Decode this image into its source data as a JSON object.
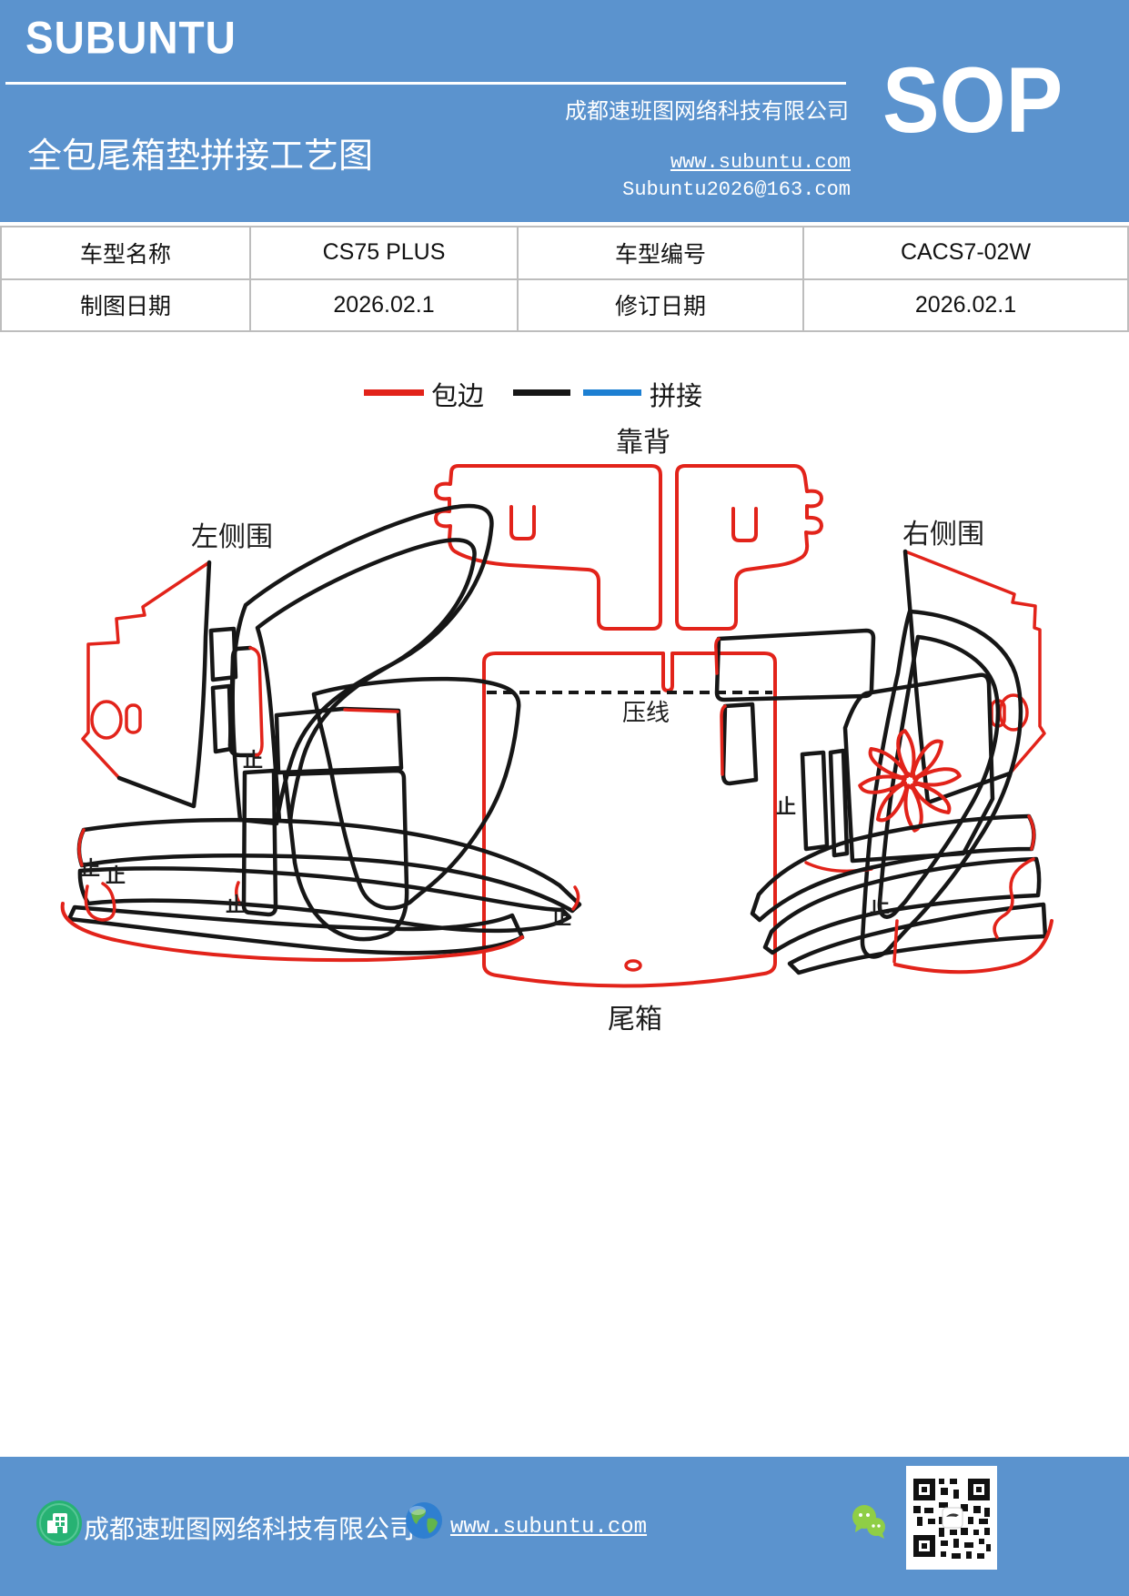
{
  "header": {
    "logo": "SUBUNTU",
    "title": "全包尾箱垫拼接工艺图",
    "company": "成都速班图网络科技有限公司",
    "website": "www.subuntu.com",
    "email": "Subuntu2026@163.com",
    "badge": "SOP"
  },
  "info_table": {
    "rows": [
      [
        "车型名称",
        "CS75 PLUS",
        "车型编号",
        "CACS7-02W"
      ],
      [
        "制图日期",
        "2026.02.1",
        "修订日期",
        "2026.02.1"
      ]
    ]
  },
  "legend": {
    "items": [
      {
        "label": "包边",
        "colors": [
          "#e2231a"
        ]
      },
      {
        "label": "拼接",
        "colors": [
          "#161616",
          "#1d7fd2"
        ]
      }
    ]
  },
  "diagram": {
    "labels": {
      "backrest": "靠背",
      "left_side": "左侧围",
      "right_side": "右侧围",
      "press_line": "压线",
      "trunk": "尾箱",
      "stop": "止"
    }
  },
  "footer": {
    "company": "成都速班图网络科技有限公司",
    "website": "www.subuntu.com"
  },
  "colors": {
    "theme_blue": "#5b93ce",
    "edge_red": "#e2231a",
    "splice_black": "#161616",
    "splice_blue": "#1d7fd2",
    "table_border": "#bdbdbd"
  }
}
